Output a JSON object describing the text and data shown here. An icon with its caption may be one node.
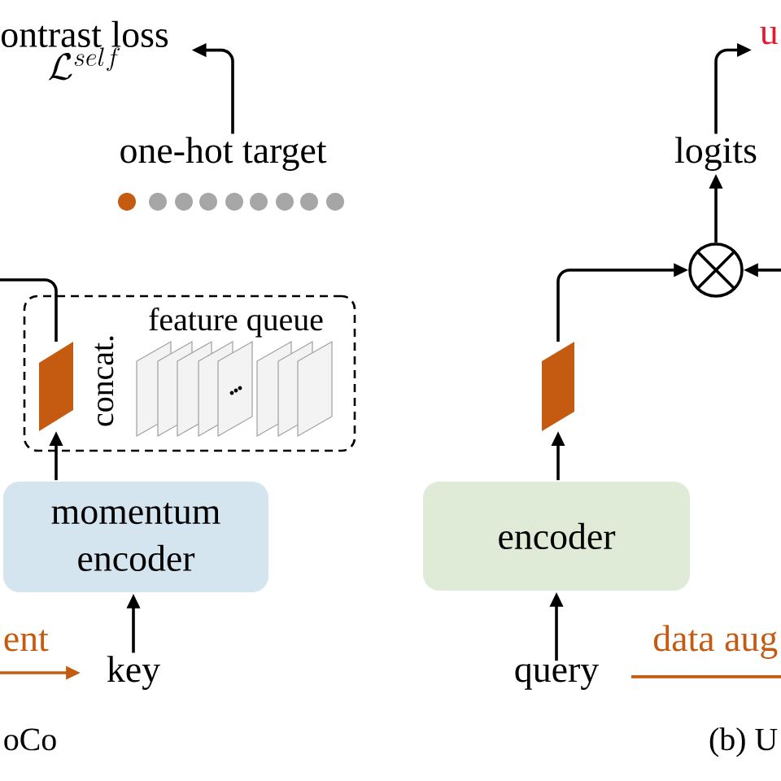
{
  "diagram": {
    "nodes": [
      {
        "text": [
          "ontrast loss",
          "\\mathcal{L}^{self}"
        ]
      },
      {
        "text": [
          "u"
        ]
      },
      {
        "text": [
          "one-hot target"
        ]
      },
      {
        "text": [
          "logits"
        ]
      },
      {
        "text": [],
        "shape": "circle"
      },
      {
        "text": [
          "feature queue"
        ]
      },
      {
        "text": [],
        "shape": "trapezoid",
        "in": 5,
        "beside": [
          "concat."
        ]
      },
      {
        "text": [],
        "shape": "trapezoid"
      },
      {
        "text": [
          "momentum encoder"
        ]
      },
      {
        "text": [
          "encoder"
        ]
      },
      {
        "text": [
          "key"
        ]
      },
      {
        "text": [
          "query"
        ]
      }
    ],
    "edges": [
      {
        "from": 2,
        "to": 0,
        "arrow": "to"
      },
      {
        "from": 3,
        "to": 1,
        "arrow": "to"
      },
      {
        "from": 4,
        "to": 3,
        "arrow": "to"
      },
      {
        "from": 7,
        "to": 4,
        "arrow": "to"
      },
      {
        "from": null,
        "to": 4,
        "arrow": "to"
      },
      {
        "from": 6,
        "to": null,
        "arrow": "none"
      },
      {
        "from": 8,
        "to": 6,
        "arrow": "to"
      },
      {
        "from": 9,
        "to": 7,
        "arrow": "to"
      },
      {
        "from": 10,
        "to": 8,
        "arrow": "to"
      },
      {
        "from": 11,
        "to": 9,
        "arrow": "to"
      },
      {
        "from": null,
        "to": 10,
        "arrow": "to",
        "label": "ent",
        "color": "#c55a11"
      },
      {
        "from": 11,
        "to": null,
        "arrow": "none",
        "label": "data aug",
        "color": "#c55a11"
      }
    ],
    "labels": [
      "oCo",
      "(b) U"
    ]
  }
}
